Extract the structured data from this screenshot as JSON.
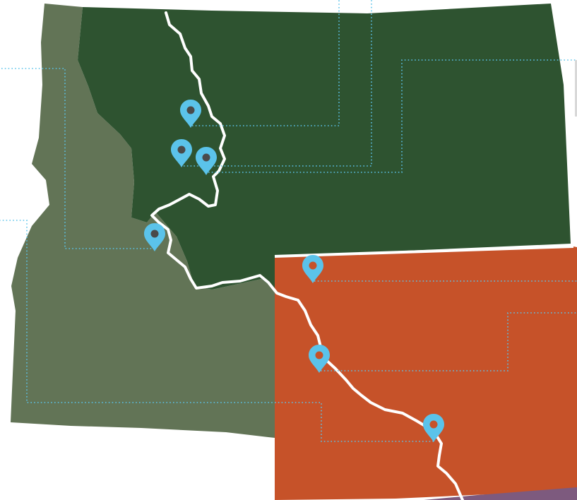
{
  "map": {
    "colors": {
      "background": "#ffffff",
      "idaho_region": "#627456",
      "montana_region": "#2e5330",
      "wyoming_region": "#c65229",
      "colorado_region": "#7d5a7e",
      "continental_divide": "#ffffff",
      "state_border": "#ffffff",
      "marker": "#5bc3ea",
      "marker_center": "#4a4a4a",
      "leader_line": "#5bc3ea"
    },
    "regions": [
      {
        "name": "idaho-region",
        "color_key": "idaho_region"
      },
      {
        "name": "montana-region",
        "color_key": "montana_region"
      },
      {
        "name": "wyoming-region",
        "color_key": "wyoming_region"
      },
      {
        "name": "colorado-region",
        "color_key": "colorado_region"
      }
    ],
    "line_features": [
      {
        "name": "continental-divide",
        "kind": "divide"
      },
      {
        "name": "montana-wyoming-border",
        "kind": "border"
      }
    ],
    "markers": [
      {
        "name": "location-marker-1",
        "icon": "map-pin-icon",
        "center": "marker_center"
      },
      {
        "name": "location-marker-2",
        "icon": "map-pin-icon",
        "center": "marker_center"
      },
      {
        "name": "location-marker-3",
        "icon": "map-pin-icon",
        "center": "marker_center"
      },
      {
        "name": "location-marker-4",
        "icon": "map-pin-icon",
        "center": "marker_center"
      },
      {
        "name": "location-marker-5",
        "icon": "map-pin-icon",
        "center": "wyoming_region"
      },
      {
        "name": "location-marker-6",
        "icon": "map-pin-icon",
        "center": "wyoming_region"
      },
      {
        "name": "location-marker-7",
        "icon": "map-pin-icon",
        "center": "wyoming_region"
      }
    ],
    "leader_style": "dotted"
  }
}
